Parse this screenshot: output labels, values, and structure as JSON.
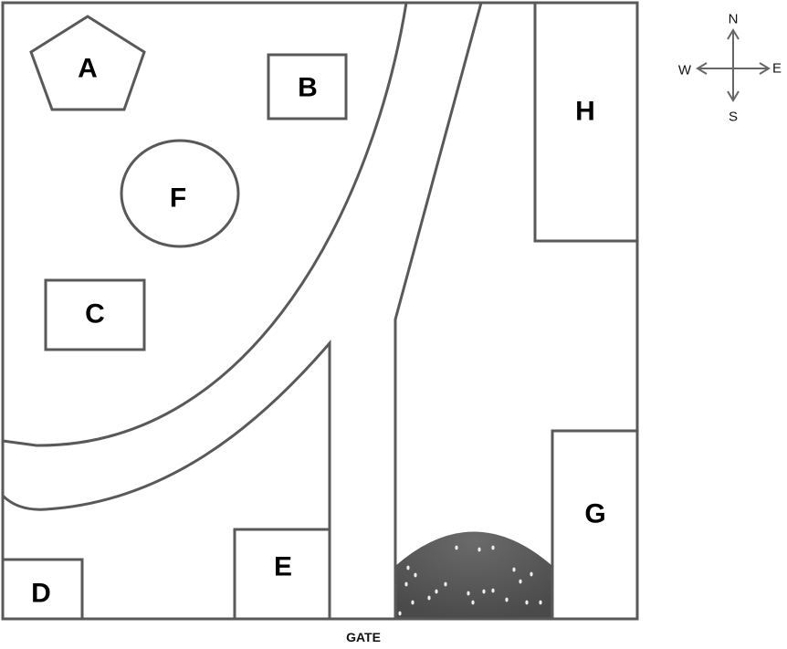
{
  "map": {
    "buildings": {
      "A": "A",
      "B": "B",
      "C": "C",
      "D": "D",
      "E": "E",
      "F": "F",
      "G": "G",
      "H": "H"
    },
    "gate_label": "GATE",
    "compass": {
      "north": "N",
      "south": "S",
      "east": "E",
      "west": "W"
    },
    "colors": {
      "line": "#595959",
      "grass": "#5a5a5a"
    }
  }
}
